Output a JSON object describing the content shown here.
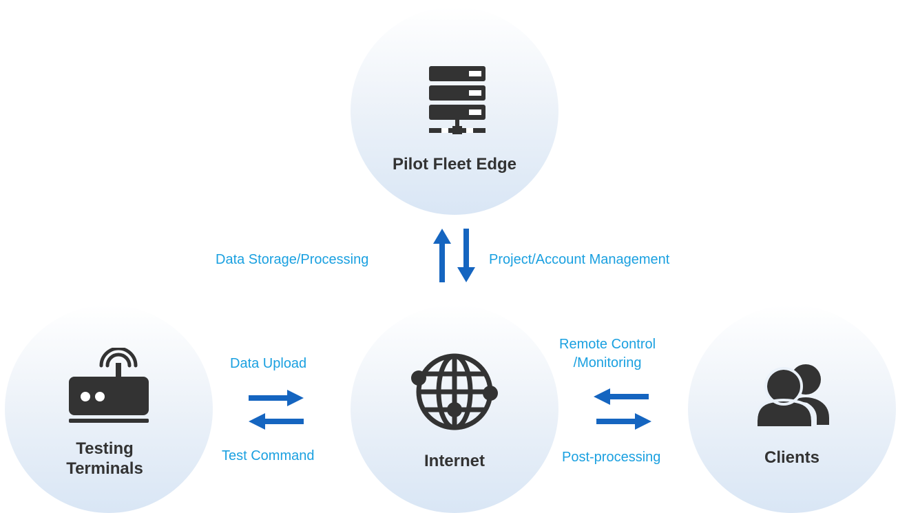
{
  "colors": {
    "icon": "#333333",
    "label_text": "#1aa0e0",
    "arrow": "#1565c0",
    "node_fill_top": "#ffffff",
    "node_fill_bottom": "#d9e6f5"
  },
  "nodes": {
    "server": {
      "title": "Pilot Fleet Edge",
      "icon": "server-icon"
    },
    "terminals": {
      "title": "Testing\nTerminals",
      "icon": "router-icon"
    },
    "internet": {
      "title": "Internet",
      "icon": "globe-icon"
    },
    "clients": {
      "title": "Clients",
      "icon": "users-icon"
    }
  },
  "edges": {
    "server_internet": {
      "up_label": "Data Storage/Processing",
      "down_label": "Project/Account Management"
    },
    "terminals_internet": {
      "right_label": "Data Upload",
      "left_label": "Test Command"
    },
    "internet_clients": {
      "left_label": "Remote Control\n/Monitoring",
      "right_label": "Post-processing"
    }
  }
}
